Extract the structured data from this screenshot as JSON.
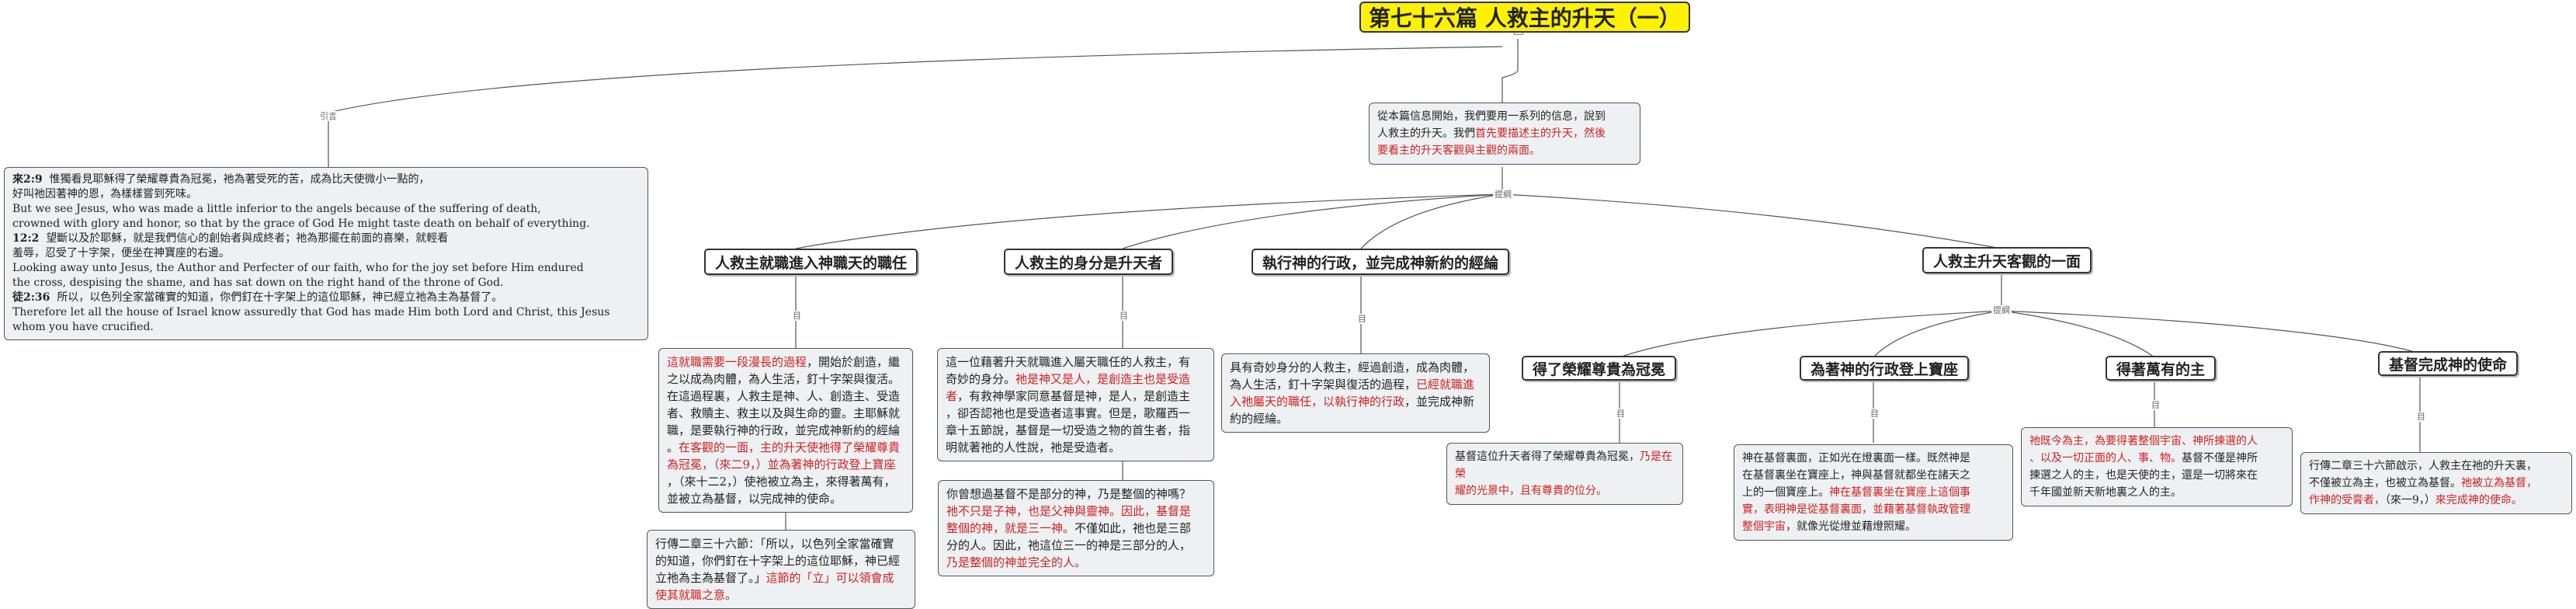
{
  "root": {
    "title": "第七十六篇 人救主的升天（一）"
  },
  "labels": {
    "intro": "引言",
    "outline": "提綱",
    "sub": "目",
    "sub2": "提綱"
  },
  "intro_note": {
    "ref1": "來2:9",
    "line1": "惟獨看見耶穌得了榮耀尊貴為冠冕，祂為著受死的苦，成為比天使微小一點的，",
    "line2": "好叫祂因著神的恩，為樣樣嘗到死味。",
    "line3": "But we see Jesus, who was made a little inferior to the angels because of the suffering of death,",
    "line4": "crowned with glory and honor, so that by the grace of God He might taste death on behalf of everything.",
    "ref2": "12:2",
    "line5": "望斷以及於耶穌，就是我們信心的創始者與成終者；祂為那擺在前面的喜樂，就輕看",
    "line6": "羞辱，忍受了十字架，便坐在神寶座的右邊。",
    "line7": "Looking away unto Jesus, the Author and Perfecter of our faith, who for the joy set before Him endured",
    "line8": "the cross, despising the shame, and has sat down on the right hand of the throne of God.",
    "ref3": "徒2:36",
    "line9": "所以，以色列全家當確實的知道，你們釘在十字架上的這位耶穌，神已經立祂為主為基督了。",
    "line10": "Therefore let all the house of Israel know assuredly that God has made Him both Lord and Christ, this Jesus whom you have crucified."
  },
  "summary_note": {
    "t1": "從本篇信息開始，我們要用一系列的信息，說到",
    "t2": "人救主的升天。我們",
    "r2": "首先要描述主的升天，然後",
    "r3": "要看主的升天客觀與主觀的兩面。"
  },
  "topics": {
    "t1": "人救主就職進入神職天的職任",
    "t2": "人救主的身分是升天者",
    "t3": "執行神的行政，並完成神新約的經綸",
    "t4": "人救主升天客觀的一面"
  },
  "subtopics": {
    "s1": "得了榮耀尊貴為冠冕",
    "s2": "為著神的行政登上寶座",
    "s3": "得著萬有的主",
    "s4": "基督完成神的使命"
  },
  "n1": {
    "r1": "這就職需要一段漫長的過程",
    "a1": "，開始於創造，繼",
    "a2": "之以成為肉體，為人生活，釘十字架與復活。",
    "a3": "在這過程裏，人救主是神、人、創造主、受造",
    "a4": "者、救贖主、救主以及與生命的靈。主耶穌就",
    "a5": "職，是要執行神的行政，並完成神新約的經綸",
    "a6": "。",
    "r2": "在客觀的一面，主的升天使祂得了榮耀尊貴",
    "r3": "為冠冕，（來二9，）並為著神的行政登上寶座",
    "a7": "，（來十二2，）使祂被立為主，來得著萬有，",
    "a8": "並被立為基督，以完成神的使命。"
  },
  "n2": {
    "a1": "行傳二章三十六節：「所以，以色列全家當確實",
    "a2": "的知道，你們釘在十字架上的這位耶穌，神已經",
    "a3": "立祂為主為基督了。」",
    "r1": "這節的「立」可以領會成",
    "r2": "使其就職之意。"
  },
  "n3": {
    "a1": "這一位藉著升天就職進入屬天職任的人救主，有",
    "a2": "奇妙的身分。",
    "r1": "祂是神又是人，是創造主也是受造",
    "r2": "者",
    "a3": "，有救神學家同意基督是神，是人，是創造主",
    "a4": "，卻否認祂也是受造者這事實。但是，歌羅西一",
    "a5": "章十五節說，基督是一切受造之物的首生者，指",
    "a6": "明就著祂的人性說，祂是受造者。"
  },
  "n4": {
    "a1": "你曾想過基督不是部分的神，乃是整個的神嗎？",
    "r1": "祂不只是子神，也是父神與靈神。因此，基督是",
    "r2": "整個的神，就是三一神。",
    "a2": "不僅如此，祂也是三部",
    "a3": "分的人。因此，祂這位三一的神是三部分的人，",
    "r3": "乃是整個的神並完全的人。"
  },
  "n5": {
    "a1": "具有奇妙身分的人救主，經過創造，成為肉體，",
    "a2": "為人生活，釘十字架與復活的過程，",
    "r1": "已經就職進",
    "r2": "入祂屬天的職任，以執行神的行政",
    "a3": "，並完成神新",
    "a4": "約的經綸。"
  },
  "n6": {
    "a1": "基督這位升天者得了榮耀尊貴為冠冕，",
    "r1": "乃是在榮",
    "r2": "耀的光景中，且有尊貴的位分。"
  },
  "n7": {
    "a1": "神在基督裏面，正如光在燈裏面一樣。既然神是",
    "a2": "在基督裏坐在寶座上，神與基督就都坐在諸天之",
    "a3": "上的一個寶座上。",
    "r1": "神在基督裏坐在寶座上這個事",
    "r2": "實，表明神是從基督裏面，並藉著基督執政管理",
    "r3": "整個宇宙",
    "a4": "，就像光從燈並藉燈照耀。"
  },
  "n8": {
    "r1": "祂既今為主，為要得著整個宇宙、神所揀選的人",
    "r2": "、以及一切正面的人、事、物。",
    "a1": "基督不僅是神所",
    "a2": "揀選之人的主，也是天使的主，還是一切將來在",
    "a3": "千年國並新天新地裏之人的主。"
  },
  "n9": {
    "a1": "行傳二章三十六節啟示，人救主在祂的升天裏，",
    "a2": "不僅被立為主，也被立為基督。",
    "r1": "祂被立為基督，",
    "r2": "作神的受膏者，",
    "a3": "（來一9，）",
    "r3": "來完成神的使命。"
  }
}
